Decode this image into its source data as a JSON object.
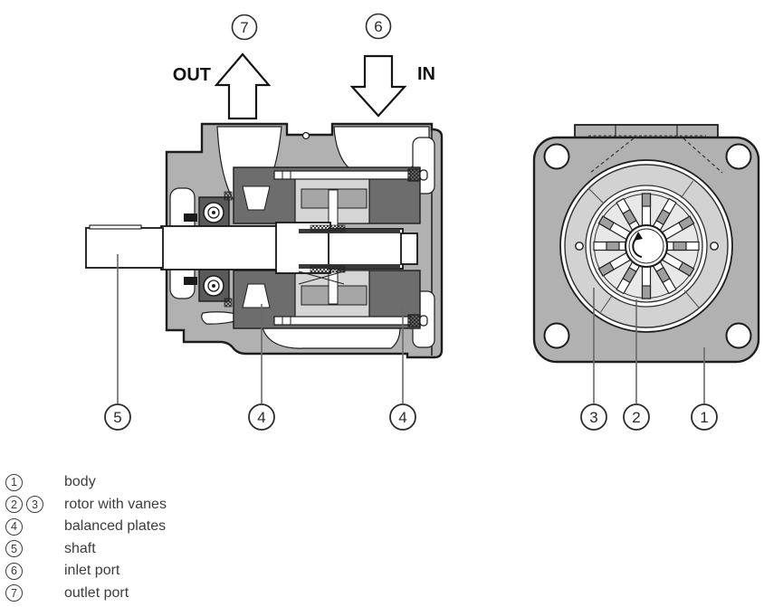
{
  "diagram": {
    "flow_labels": {
      "out": "OUT",
      "in": "IN"
    },
    "callouts": {
      "outlet_port": "7",
      "inlet_port": "6",
      "shaft": "5",
      "balanced_plate_left": "4",
      "balanced_plate_right": "4",
      "vanes": "3",
      "rotor": "2",
      "body": "1"
    },
    "legend": [
      {
        "num1": "1",
        "label": "body"
      },
      {
        "num1": "2",
        "num2": "3",
        "label": "rotor with vanes"
      },
      {
        "num1": "4",
        "label": "balanced plates"
      },
      {
        "num1": "5",
        "label": "shaft"
      },
      {
        "num1": "6",
        "label": "inlet port"
      },
      {
        "num1": "7",
        "label": "outlet port"
      }
    ],
    "colors": {
      "body_gray": "#b1b1b1",
      "plate_dark_gray": "#6d6d6d",
      "component_light_gray": "#d5d5d5",
      "inner_medium_gray": "#a6a6a6",
      "vane_tip_gray": "#9f9f9f",
      "outline_black": "#1d1d1d",
      "leader_gray": "#6a6a6a",
      "text_dark": "#3c3c3c"
    }
  }
}
